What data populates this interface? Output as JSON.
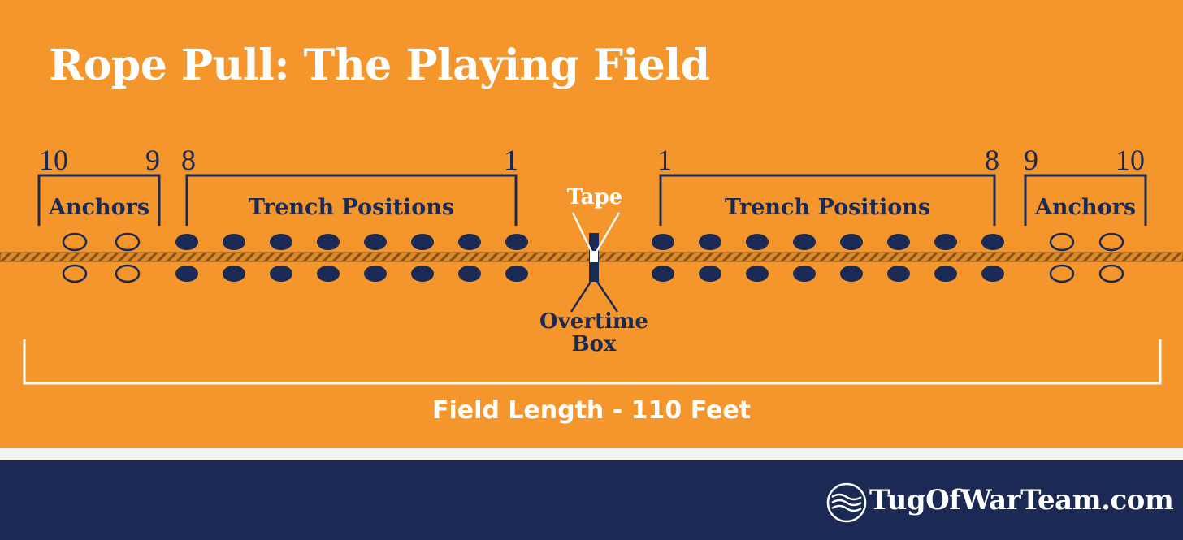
{
  "title": "Rope Pull: The Playing Field",
  "left_side": {
    "anchors_label": "Anchors",
    "anchor_numbers": [
      "10",
      "9"
    ],
    "trench_label": "Trench Positions",
    "trench_numbers": [
      "8",
      "1"
    ]
  },
  "right_side": {
    "trench_label": "Trench Positions",
    "trench_numbers": [
      "1",
      "8"
    ],
    "anchors_label": "Anchors",
    "anchor_numbers": [
      "9",
      "10"
    ]
  },
  "center": {
    "tape_label": "Tape",
    "overtime_label_line1": "Overtime",
    "overtime_label_line2": "Box"
  },
  "field_length_label": "Field Length - 110 Feet",
  "brand": "TugOfWarTeam.com",
  "colors": {
    "background": "#f4962b",
    "navy": "#1b2a55",
    "white": "#ffffff",
    "rope": "#b86d1f"
  }
}
